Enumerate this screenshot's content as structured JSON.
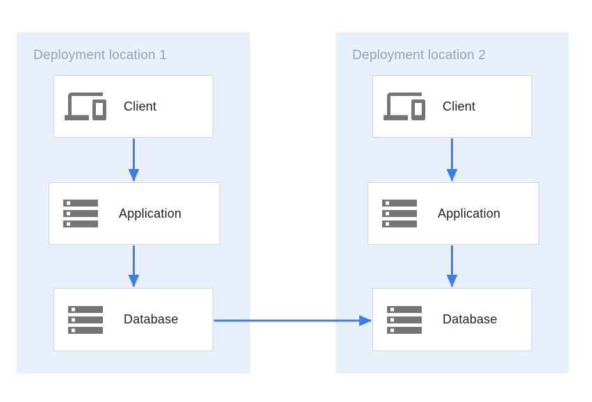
{
  "diagram": {
    "type": "architecture-diagram",
    "colors": {
      "zone_background": "#e8f1fb",
      "arrow": "#3e7de9",
      "icon": "#757575",
      "zone_title_text": "#9aa0a6",
      "node_border": "#cfd3d7",
      "node_label_text": "#202124"
    },
    "locations": [
      {
        "title": "Deployment location 1",
        "nodes": [
          {
            "id": "client-1",
            "label": "Client",
            "icon": "devices-icon"
          },
          {
            "id": "application-1",
            "label": "Application",
            "icon": "storage-icon"
          },
          {
            "id": "database-1",
            "label": "Database",
            "icon": "storage-icon"
          }
        ]
      },
      {
        "title": "Deployment location 2",
        "nodes": [
          {
            "id": "client-2",
            "label": "Client",
            "icon": "devices-icon"
          },
          {
            "id": "application-2",
            "label": "Application",
            "icon": "storage-icon"
          },
          {
            "id": "database-2",
            "label": "Database",
            "icon": "storage-icon"
          }
        ]
      }
    ],
    "connections": [
      {
        "from": "client-1",
        "to": "application-1",
        "direction": "down"
      },
      {
        "from": "application-1",
        "to": "database-1",
        "direction": "down"
      },
      {
        "from": "client-2",
        "to": "application-2",
        "direction": "down"
      },
      {
        "from": "application-2",
        "to": "database-2",
        "direction": "down"
      },
      {
        "from": "database-1",
        "to": "database-2",
        "direction": "right"
      }
    ]
  }
}
